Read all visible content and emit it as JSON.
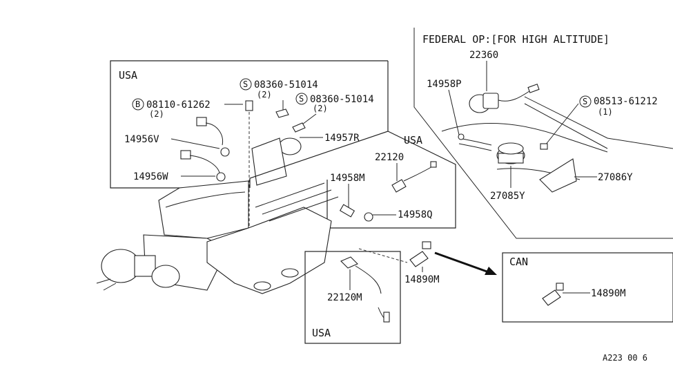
{
  "sections": {
    "usa_top": "USA",
    "usa_right": "USA",
    "usa_bottom": "USA",
    "federal": "FEDERAL OP:[FOR HIGH ALTITUDE]",
    "can": "CAN"
  },
  "parts": {
    "p22360": "22360",
    "p14958P": "14958P",
    "p08513": "08513-61212",
    "p08513_qty": "(1)",
    "p27085Y": "27085Y",
    "p27086Y": "27086Y",
    "p08360a": "08360-51014",
    "p08360a_qty": "(2)",
    "p08360b": "08360-51014",
    "p08360b_qty": "(2)",
    "p08110": "08110-61262",
    "p08110_qty": "(2)",
    "p14956V": "14956V",
    "p14956W": "14956W",
    "p14957R": "14957R",
    "p22120": "22120",
    "p14958M": "14958M",
    "p14958Q": "14958Q",
    "p14890M_main": "14890M",
    "p14890M_can": "14890M",
    "p22120M": "22120M"
  },
  "symbols": {
    "s": "S",
    "b": "B"
  },
  "footer": {
    "ref": "A223  00 6"
  }
}
